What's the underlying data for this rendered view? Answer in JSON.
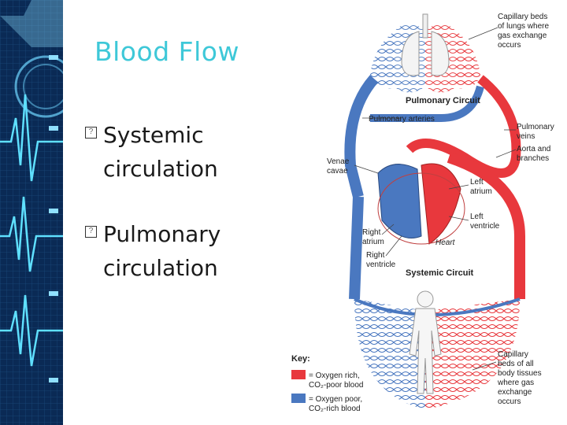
{
  "slide": {
    "title": "Blood Flow",
    "bullets": [
      {
        "line1": "Systemic",
        "line2": "circulation"
      },
      {
        "line1": "Pulmonary",
        "line2": "circulation"
      }
    ]
  },
  "diagram": {
    "labels": {
      "capillary_lungs_1": "Capillary beds",
      "capillary_lungs_2": "of lungs where",
      "capillary_lungs_3": "gas exchange",
      "capillary_lungs_4": "occurs",
      "pulmonary_circuit": "Pulmonary Circuit",
      "pulmonary_arteries": "Pulmonary arteries",
      "pulmonary_veins_1": "Pulmonary",
      "pulmonary_veins_2": "veins",
      "aorta_1": "Aorta and",
      "aorta_2": "branches",
      "venae_1": "Venae",
      "venae_2": "cavae",
      "left_atrium_1": "Left",
      "left_atrium_2": "atrium",
      "left_ventricle_1": "Left",
      "left_ventricle_2": "ventricle",
      "right_atrium_1": "Right",
      "right_atrium_2": "atrium",
      "right_ventricle_1": "Right",
      "right_ventricle_2": "ventricle",
      "heart": "Heart",
      "systemic_circuit": "Systemic Circuit",
      "capillary_body_1": "Capillary",
      "capillary_body_2": "beds of all",
      "capillary_body_3": "body tissues",
      "capillary_body_4": "where gas",
      "capillary_body_5": "exchange",
      "capillary_body_6": "occurs"
    },
    "key": {
      "title": "Key:",
      "oxygen_rich_1": "= Oxygen rich,",
      "oxygen_rich_2": "CO₂-poor blood",
      "oxygen_poor_1": "= Oxygen poor,",
      "oxygen_poor_2": "CO₂-rich blood"
    },
    "colors": {
      "oxygen_rich": "#e8383d",
      "oxygen_poor": "#4a78c0"
    }
  }
}
